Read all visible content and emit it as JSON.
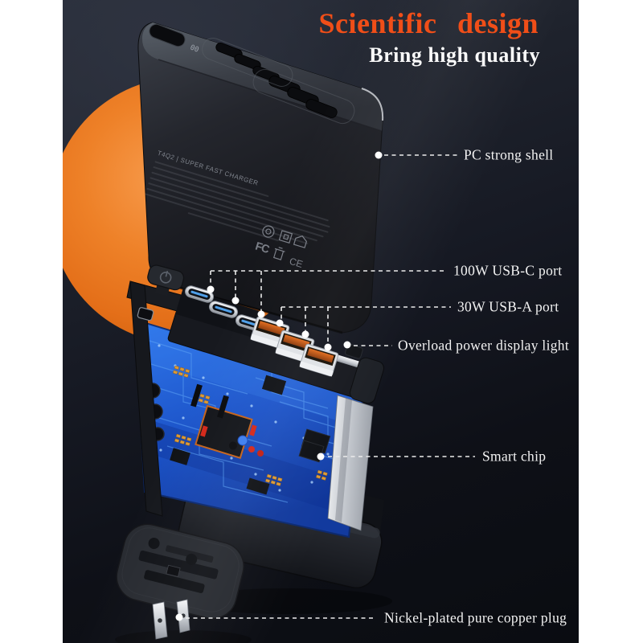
{
  "header": {
    "title": "Scientific design",
    "subtitle": "Bring high quality"
  },
  "callouts": [
    {
      "id": "pc-strong-shell",
      "label": "PC strong shell"
    },
    {
      "id": "usb-c-port",
      "label": "100W USB-C port"
    },
    {
      "id": "usb-a-port",
      "label": "30W USB-A port"
    },
    {
      "id": "overload-light",
      "label": "Overload power display light"
    },
    {
      "id": "smart-chip",
      "label": "Smart chip"
    },
    {
      "id": "copper-plug",
      "label": "Nickel-plated pure copper plug"
    }
  ],
  "device": {
    "model_print": "T4Q2 | SUPER FAST CHARGER",
    "display_readout": "00",
    "cert_marks": [
      "FC",
      "CE"
    ],
    "usb_c_port_count": 3,
    "usb_a_port_count": 3,
    "top_slot_count": 6
  },
  "colors": {
    "title_orange": "#f04e18",
    "glow_orange": "#ed7c24",
    "background_dark": "#161923",
    "pcb_blue": "#2261d8",
    "usb_c_blue": "#4f9fe8",
    "usb_a_copper": "#cf5e16",
    "label_white": "#f3f3f3"
  }
}
